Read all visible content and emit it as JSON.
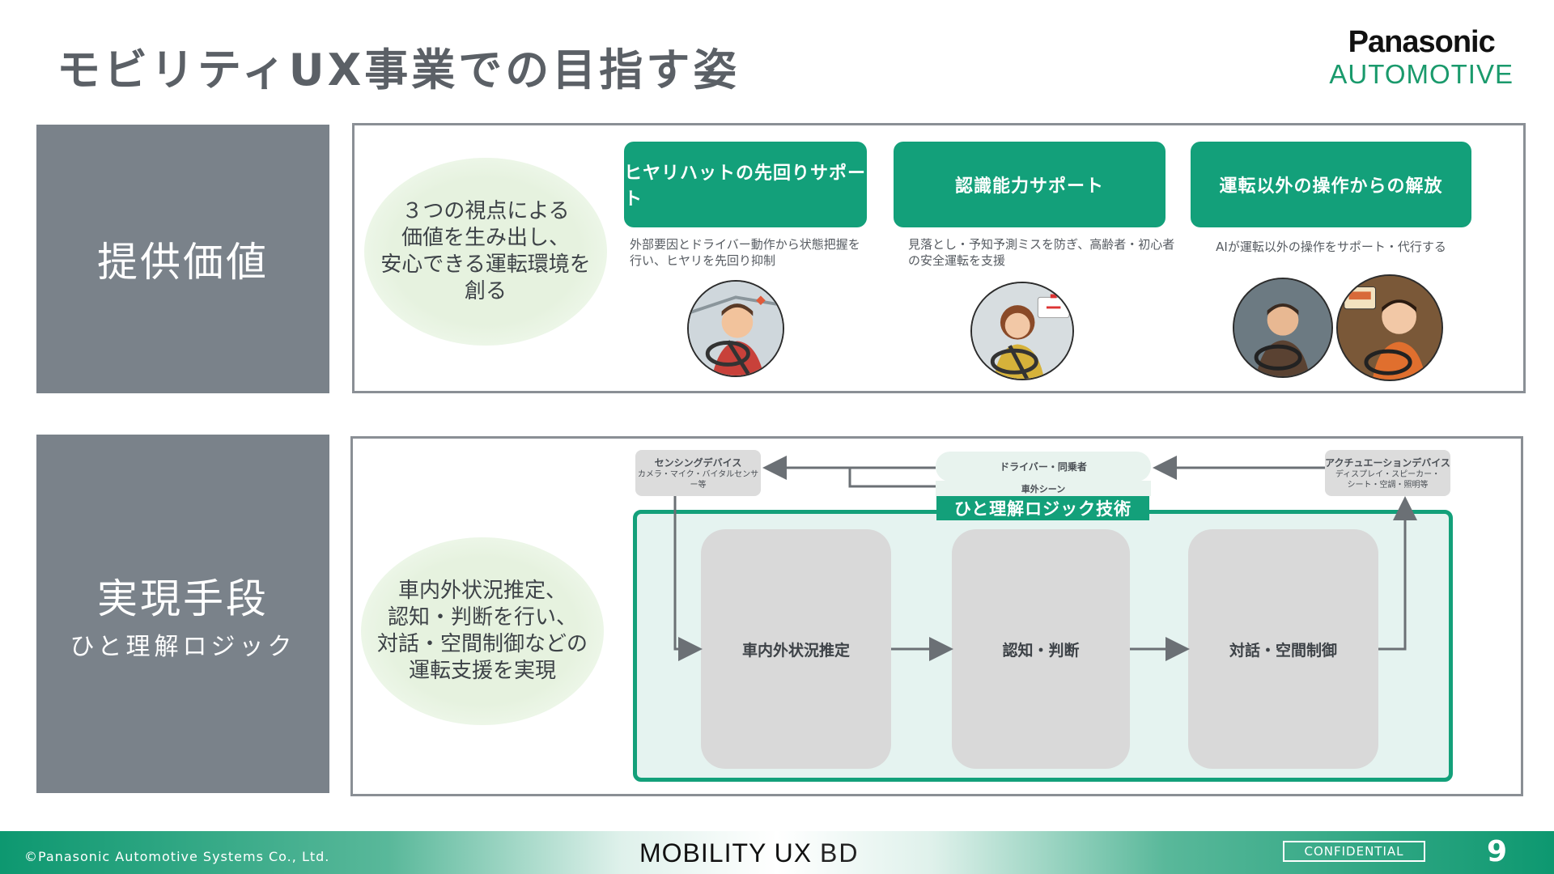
{
  "title": "モビリティUX事業での目指す姿",
  "logo": {
    "brand": "Panasonic",
    "sub": "AUTOMOTIVE"
  },
  "section1": {
    "label": "提供価値",
    "summary": "３つの視点による\n価値を生み出し、\n安心できる運転環境を\n創る",
    "values": [
      {
        "title": "ヒヤリハットの先回りサポート",
        "desc": "外部要因とドライバー動作から状態把握を\n行い、ヒヤリを先回り抑制"
      },
      {
        "title": "認識能力サポート",
        "desc": "見落とし・予知予測ミスを防ぎ、高齢者・初心者\nの安全運転を支援"
      },
      {
        "title": "運転以外の操作からの解放",
        "desc": "AIが運転以外の操作をサポート・代行する"
      }
    ]
  },
  "section2": {
    "label": "実現手段",
    "sublabel": "ひと理解ロジック",
    "summary": "車内外状況推定、\n認知・判断を行い、\n対話・空間制御などの\n運転支援を実現",
    "tech_label": "ひと理解ロジック技術",
    "sensing": {
      "title": "センシングデバイス",
      "sub": "カメラ・マイク・バイタルセンサー等"
    },
    "actuation": {
      "title": "アクチュエーションデバイス",
      "sub": "ディスプレイ・スピーカー・\nシート・空調・照明等"
    },
    "driver": "ドライバー・同乗者",
    "scene": "車外シーン",
    "processes": [
      "車内外状況推定",
      "認知・判断",
      "対話・空間制御"
    ]
  },
  "footer": {
    "copyright": "©Panasonic Automotive Systems Co., Ltd.",
    "brand_main": "MOBILITY UX",
    "brand_suffix": "BD",
    "confidential": "CONFIDENTIAL",
    "page": "9"
  },
  "colors": {
    "accent": "#13a07a",
    "side_gray": "#7a828a",
    "light_green": "#e6f2df"
  }
}
